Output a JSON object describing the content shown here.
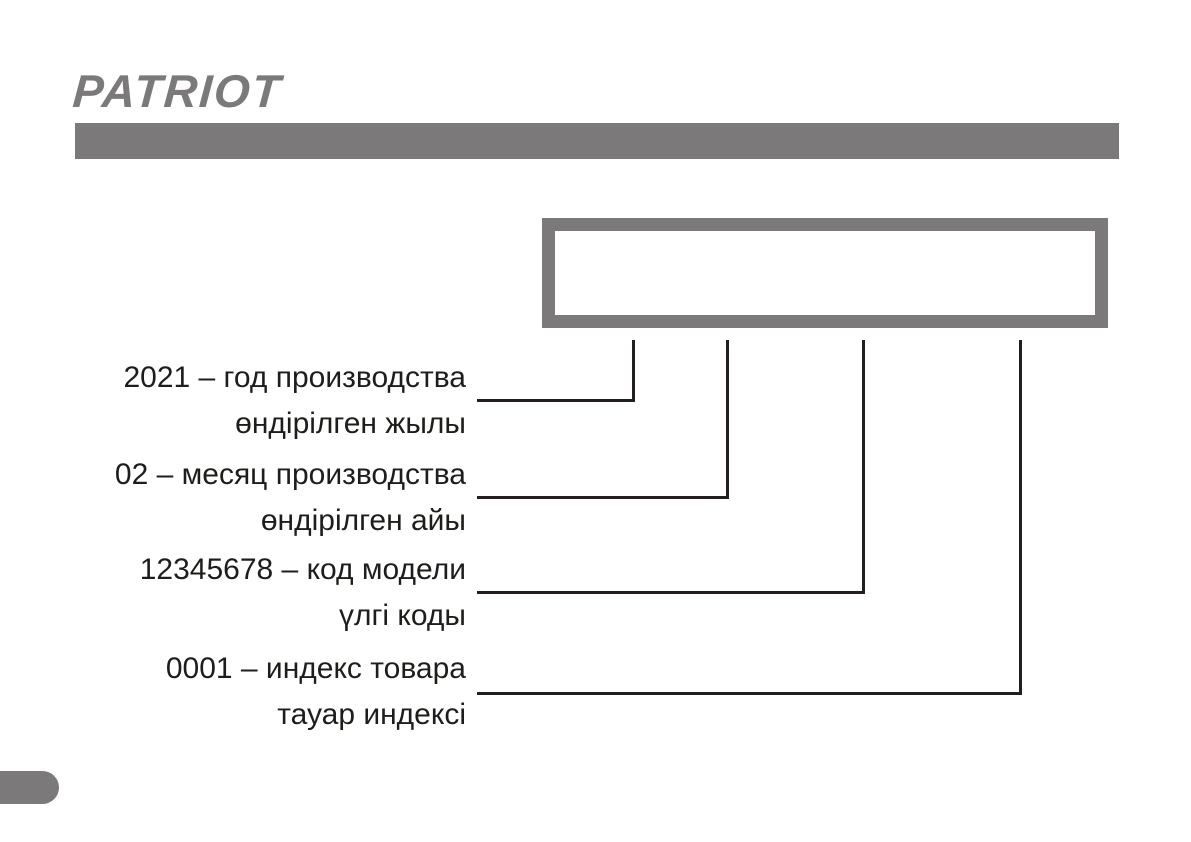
{
  "logo": {
    "text": "PATRIOT"
  },
  "colors": {
    "brand_gray": "#7b7979",
    "line_dark": "#231f20",
    "text_dark": "#1d1d1b"
  },
  "diagram": {
    "description": "serial-number-explanation",
    "labels": [
      {
        "id": "year",
        "line1": "2021 – год производства",
        "line2": "өндірілген жылы"
      },
      {
        "id": "month",
        "line1": "02 – месяц производства",
        "line2": "өндірілген айы"
      },
      {
        "id": "model",
        "line1": "12345678 – код модели",
        "line2": "үлгі коды"
      },
      {
        "id": "index",
        "line1": "0001 – индекс товара",
        "line2": "тауар индексі"
      }
    ]
  }
}
